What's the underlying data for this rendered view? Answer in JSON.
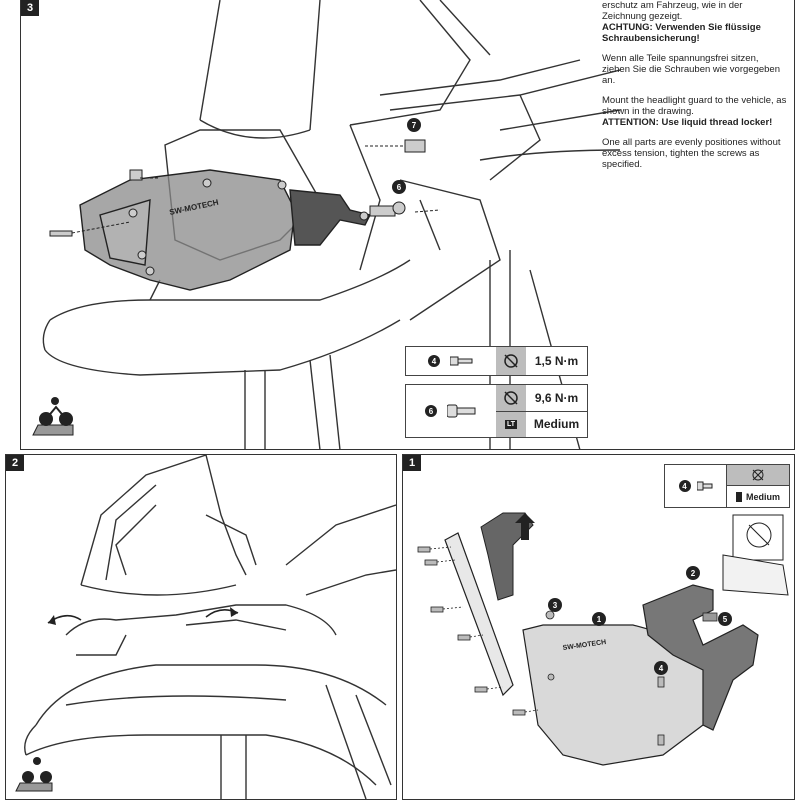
{
  "panel3": {
    "step": "3",
    "instructions_de_1": "erschutz am Fahrzeug, wie in der Zeichnung gezeigt.",
    "attention_de": "ACHTUNG: Verwenden Sie flüssige Schraubensicherung!",
    "instructions_de_2": "Wenn alle Teile spannungsfrei sitzen, ziehen Sie die Schrauben wie vorgegeben an.",
    "instructions_en_1": "Mount the headlight guard to the vehicle, as shown in the drawing.",
    "attention_en": "ATTENTION: Use liquid thread locker!",
    "instructions_en_2": "One all parts are evenly positiones without excess tension, tighten the screws as specified.",
    "callouts": [
      "7",
      "6"
    ],
    "brand_text": "SW-MOTECH",
    "torque_4": {
      "num": "4",
      "value": "1,5 N·m"
    },
    "torque_6": {
      "num": "6",
      "value": "9,6 N·m",
      "locker": "Medium"
    },
    "locker_icon_text": "LT"
  },
  "panel2": {
    "step": "2"
  },
  "panel1": {
    "step": "1",
    "spec_num": "4",
    "spec_locker": "Medium",
    "callouts": [
      "1",
      "2",
      "3",
      "4",
      "5"
    ],
    "brand_text": "SW-MOTECH"
  }
}
